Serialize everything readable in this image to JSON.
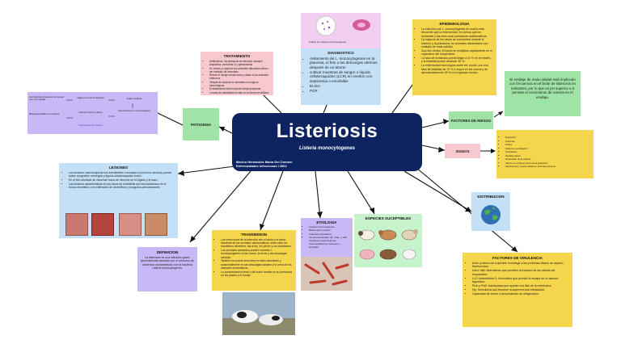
{
  "center": {
    "title": "Listeriosis",
    "subtitle": "Listeria monocytogenes",
    "author_line1": "Merino Hernández María Del Carmen",
    "author_line2": "Enfermedades Infecciosas I 2802"
  },
  "diagnostico": {
    "image_caption": "Cultivo de Listeria monocytogenes",
    "title": "DIAGNOSTICO",
    "items": [
      "Aislamiento de L. monocytogenes en la placenta, el feto o las descargas uterinas después de un aborto",
      "cultivar muestras de sangre o líquido cefalorraquídeo (LCR) en cerebro con septicemia o encefalitis",
      "ELISA",
      "PCR"
    ]
  },
  "tratamiento": {
    "title": "TRATAMIENTO",
    "items": [
      "Antibióticos: los fármacos de elección incluyen ampicilina, penicilina G y gentamicina",
      "En ovinos y caprinos los animales afectados deben ser tratados de inmediato",
      "Retirar el forraje sospechoso y aislar a los animales enfermos",
      "Terapia de soporte en animales con signos neurológicos",
      "El tratamiento debe iniciarse tempranamente",
      "La tasa de mortalidad es alta en la forma encefálica"
    ]
  },
  "epidemiologia": {
    "title": "EPIDEMIOLOGIA",
    "items": [
      "La infección por L. monocytogenes es mucho más frecuente que la enfermedad; en ovinos que los rumiantes y las aves sean portadores asintomáticos.",
      "La mayoría de los casos se concentran durante el invierno y la primavera, en animales alimentados con ensilado de mala calidad.",
      "Una vez dentro, el bacilo se multiplica rápidamente en el organismo del hospedador.",
      "La tasa de incidencia puede llegar a 10 % en el rebaño, y la letalidad puede alcanzar 30 %.",
      "La enfermedad neurológica suele ser mortal, con una tasa de letalidad de 70 % o mayor en los ovinos y de aproximadamente 50 % en el ganado bovino."
    ]
  },
  "factores_riesgo": {
    "label": "FACTORES DE RIESGO",
    "text": "El ensilaje de mala calidad está implicado con frecuencia en el brote de listeriosis en rumiantes; por lo que un pH superior a 5 permite el crecimiento de Listeria en el ensilaje."
  },
  "signos": {
    "label": "SIGNOS",
    "items": [
      "Depresión",
      "Anorexia",
      "Fiebre",
      "Falta de coordinación",
      "Circulación",
      "Parálisis facial",
      "Desviación de la cabeza",
      "Aborto en el último tercio de la gestación",
      "Septicemia y muerte súbita en animales jóvenes"
    ]
  },
  "patogenia": {
    "label": "PATOGENIA",
    "box_a": "Las bacterias penetran en la mucosa oral o por heridas",
    "box_b": "Viajan por el nervio trigémino",
    "box_c": "Tejido cerebral",
    "box_d": "Diseminación por vía hematógena",
    "box_e": "Infección uterina y aborto",
    "box_f": "Meningoencefalitis en rumiantes",
    "box_g": "Colonización del intestino"
  },
  "lesiones": {
    "title": "LESIONES",
    "items": [
      "Las lesiones macroscópicas son inexistentes o escasas en la forma nerviosa; puede haber congestión meníngea y líquido cefalorraquídeo turbio.",
      "En el feto abortado se observan focos de necrosis en el hígado y el bazo.",
      "Las lesiones características en los casos de encefalitis son microabscesos en el tronco encefálico, con infiltración de neutrófilos y manguitos perivasculares."
    ]
  },
  "definicion": {
    "title": "DEFINICION",
    "text": "La listeriosis es una infección grave generalmente causada por el consumo de alimentos contaminados con la bacteria Listeria monocytogenes."
  },
  "transmision": {
    "title": "TRANSMISION",
    "items": [
      "Los reservorios de la infección son el suelo y el tracto intestinal de los animales asintomáticos, entre ellos los mamíferos silvestres, las aves, los peces y los crustáceos.",
      "Los animales afectados pueden excretar L. monocytogenes en las heces, la leche y las descargas uterinas.",
      "También se puede encontrar en fetos abortados y ocasionalmente en las descargas nasales y la orina de los animales sintomáticos.",
      "La contaminación fecal o del suelo resulta en su presencia en los pastos y el forraje."
    ]
  },
  "etiologia": {
    "title": "ETIOLOGIA",
    "items": [
      "Listeria monocytogenes",
      "Bacilo gram positivo",
      "Anaerobio facultativo",
      "13 serovariedades: 4b, 1/2a, y 1/2b causan la mayoría de las enfermedades en humanos y animales"
    ]
  },
  "especies": {
    "title": "ESPECIES SUCEPTIBLES"
  },
  "distribucion": {
    "title": "DISTRIBUCION"
  },
  "virulencia": {
    "title": "FACTORES DE VIRULENCIA",
    "items": [
      "ActA: proteína de superficie homóloga a las proteínas ciliares de cepas L. flavescentus.",
      "InlA e InlB: internalinas que permiten la invasión de las células del hospedador.",
      "LLO: listeriolisina O, hemolisina que permite el escape de la vacuola fagocítica.",
      "PlcA y PlcB: fosfolipasas que ayudan a la lisis de la membrana.",
      "Hly: hemolisina que favorece la supervivencia intracelular.",
      "Capacidad de crecer a temperaturas de refrigeración."
    ]
  },
  "colors": {
    "center": "#0d2461",
    "pink": "#f7c9cf",
    "blue": "#c4e0f7",
    "yellow": "#f5d54b",
    "green": "#9fe3a6",
    "lavender": "#c9b8f7",
    "mint": "#c6f2cc"
  }
}
